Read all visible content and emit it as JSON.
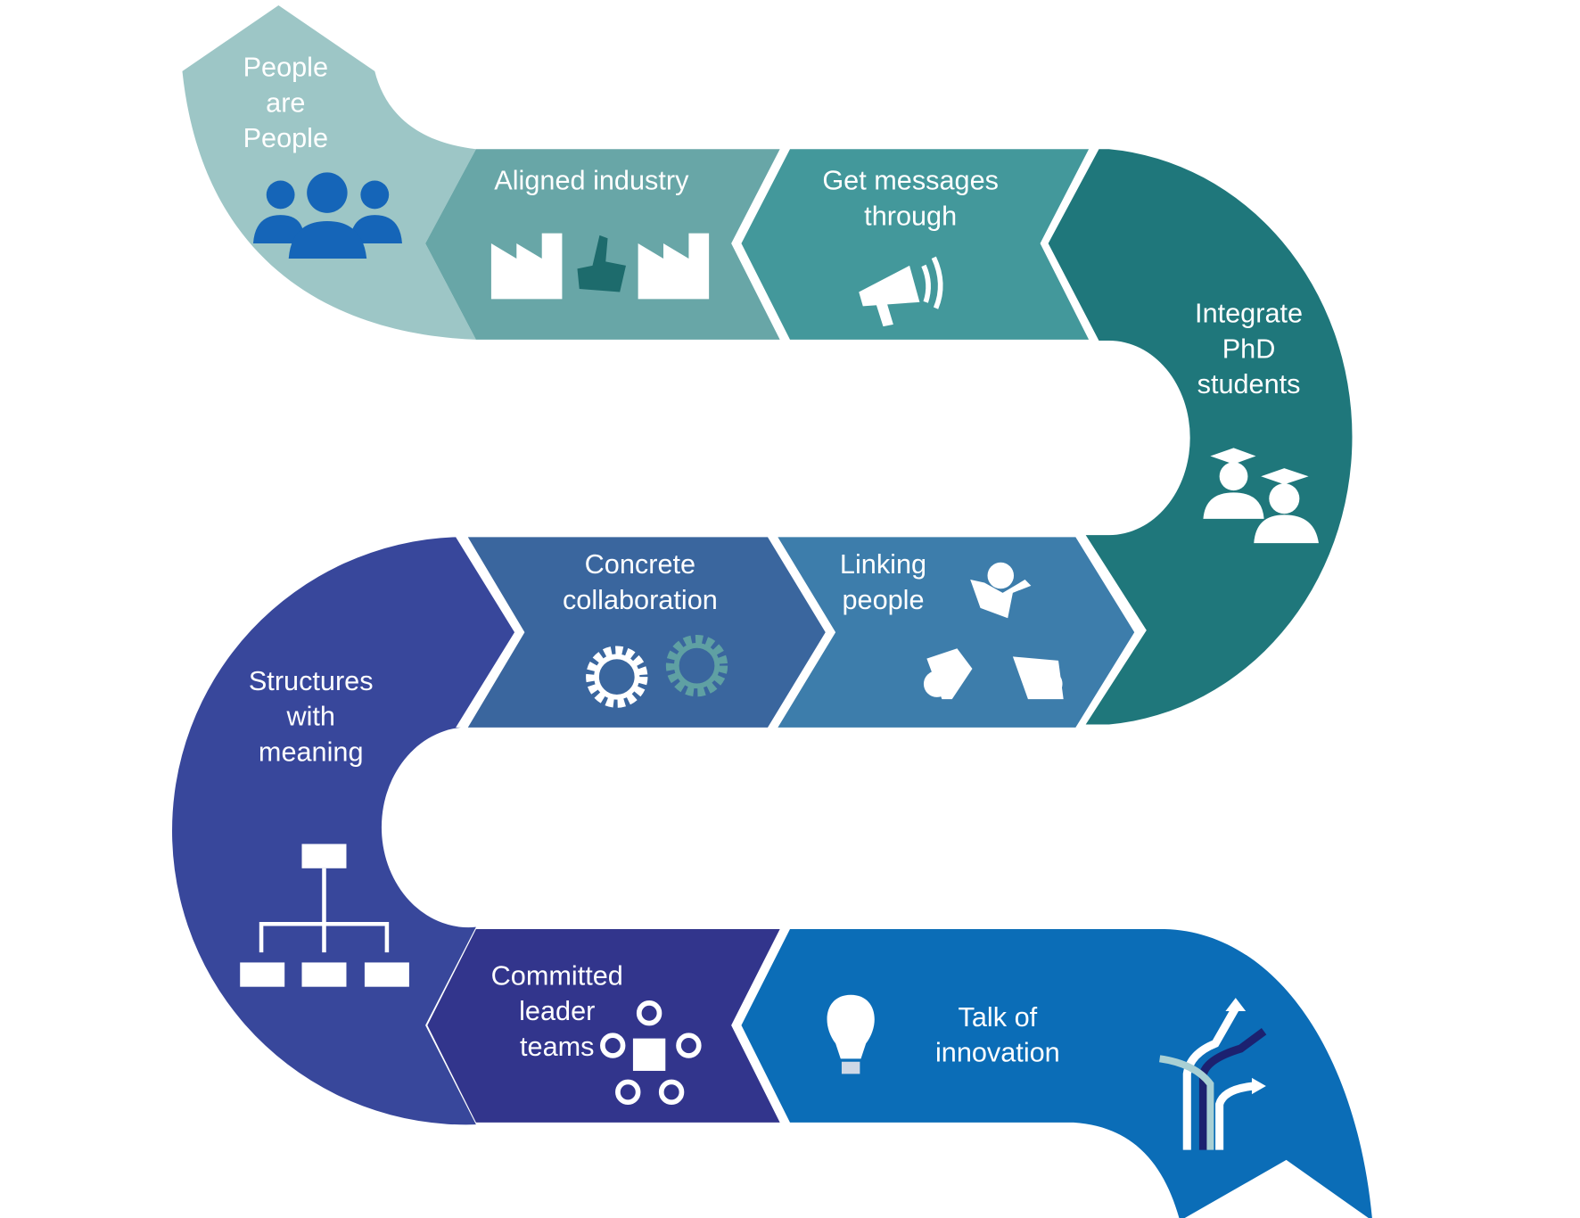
{
  "diagram": {
    "steps": [
      {
        "lines": [
          "People",
          "are",
          "People"
        ],
        "icon": "people-group-icon",
        "color": "#9dc6c6"
      },
      {
        "lines": [
          "Aligned industry"
        ],
        "icon": "factory-thumbs-up-icon",
        "color": "#68a6a7"
      },
      {
        "lines": [
          "Get messages",
          "through"
        ],
        "icon": "megaphone-icon",
        "color": "#43989b"
      },
      {
        "lines": [
          "Integrate",
          "PhD",
          "students"
        ],
        "icon": "graduates-icon",
        "color": "#1f777b"
      },
      {
        "lines": [
          "Linking",
          "people"
        ],
        "icon": "linked-people-icon",
        "color": "#3d7dab"
      },
      {
        "lines": [
          "Concrete",
          "collaboration"
        ],
        "icon": "gears-icon",
        "color": "#3a669e"
      },
      {
        "lines": [
          "Structures",
          "with",
          "meaning"
        ],
        "icon": "org-chart-icon",
        "color": "#38479b"
      },
      {
        "lines": [
          "Committed",
          "leader",
          "teams"
        ],
        "icon": "team-puzzle-icon",
        "color": "#32358c"
      },
      {
        "lines": [
          "Talk of",
          "innovation"
        ],
        "icon": "lightbulb-arrows-icon",
        "color": "#0b6db7"
      }
    ]
  }
}
